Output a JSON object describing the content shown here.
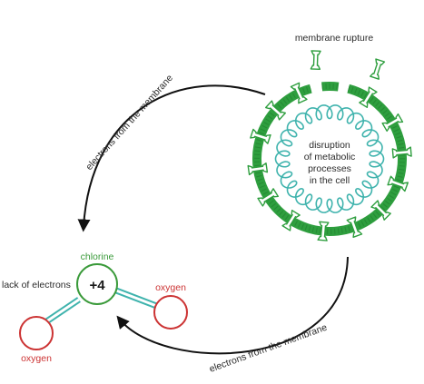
{
  "labels": {
    "membrane_rupture": "membrane rupture",
    "disruption_line1": "disruption",
    "disruption_line2": "of metabolic",
    "disruption_line3": "processes",
    "disruption_line4": "in the cell",
    "electrons_top": "electrons from the membrane",
    "electrons_bottom": "electrons from the membrane",
    "chlorine": "chlorine",
    "charge": "+4",
    "lack_of_electrons": "lack of electrons",
    "oxygen_right": "oxygen",
    "oxygen_left": "oxygen"
  },
  "colors": {
    "membrane": "#2e9e3e",
    "membrane_dark": "#1f7a2c",
    "dna": "#3fb3ad",
    "chlorine": "#3a9a3a",
    "oxygen": "#cc3333",
    "bond": "#3fb3ad",
    "arrow": "#111111"
  },
  "icons": {
    "cell": "cell-membrane-icon",
    "dna": "dna-coil-icon",
    "arrow": "curved-arrow-icon",
    "molecule": "chlorine-dioxide-molecule-icon"
  }
}
